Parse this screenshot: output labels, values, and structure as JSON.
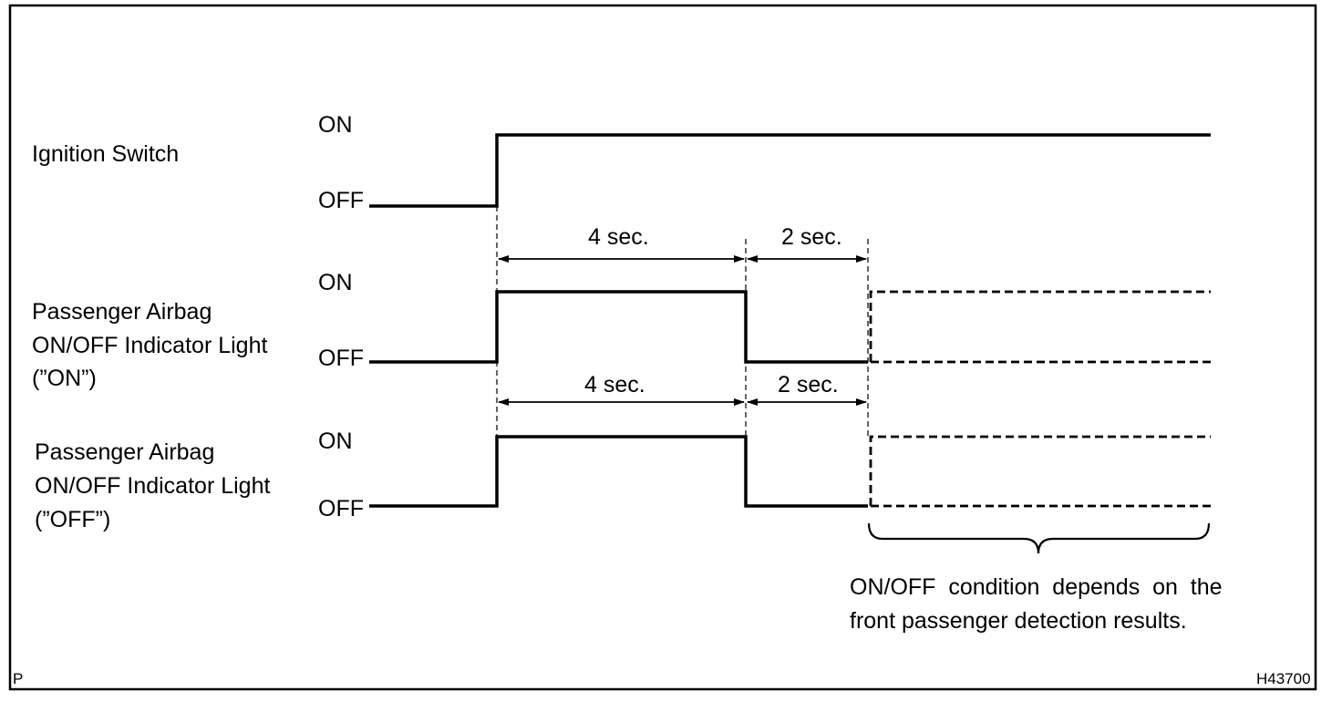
{
  "signals": {
    "ignition": {
      "name": "Ignition Switch",
      "on": "ON",
      "off": "OFF"
    },
    "light_on": {
      "name_lines": [
        "Passenger Airbag",
        "ON/OFF Indicator Light",
        "(”ON”)"
      ],
      "on": "ON",
      "off": "OFF"
    },
    "light_off": {
      "name_lines": [
        "Passenger Airbag",
        "ON/OFF Indicator Light",
        "(”OFF”)"
      ],
      "on": "ON",
      "off": "OFF"
    }
  },
  "timings": {
    "first": "4 sec.",
    "second": "2 sec."
  },
  "note": {
    "line1": "ON/OFF  condition  depends  on  the",
    "line2": "front passenger detection results."
  },
  "corner": {
    "left": "P",
    "right": "H43700"
  }
}
